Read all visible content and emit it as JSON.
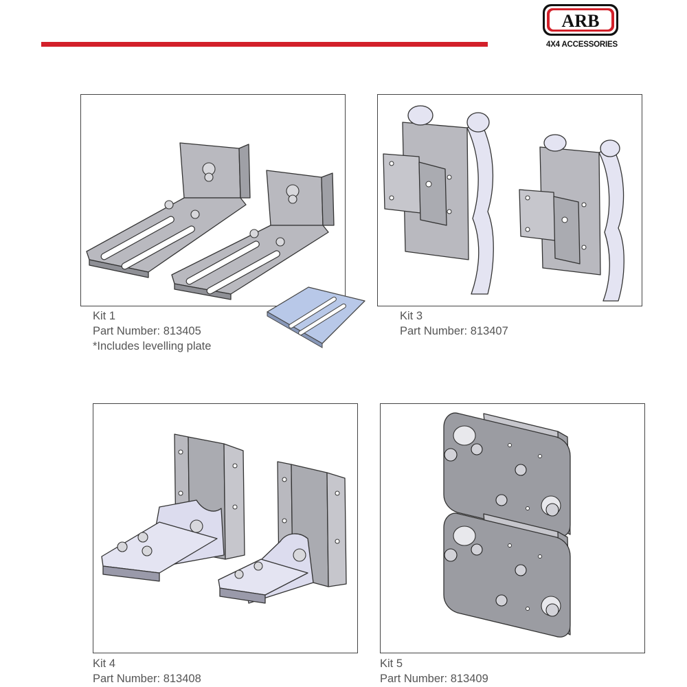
{
  "brand": {
    "logo_text": "ARB",
    "tagline": "4X4 ACCESSORIES",
    "accent_color": "#d3202a"
  },
  "kits": [
    {
      "name": "Kit 1",
      "part_number": "Part Number: 813405",
      "note": "*Includes levelling plate"
    },
    {
      "name": "Kit 3",
      "part_number": "Part Number: 813407"
    },
    {
      "name": "Kit 4",
      "part_number": "Part Number: 813408"
    },
    {
      "name": "Kit 5",
      "part_number": "Part Number: 813409"
    }
  ]
}
